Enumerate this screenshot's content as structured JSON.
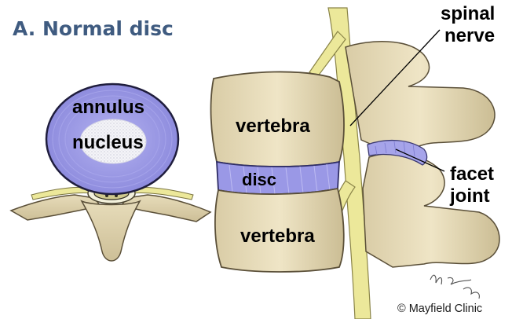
{
  "title": "A. Normal disc",
  "labels": {
    "annulus": "annulus",
    "nucleus": "nucleus",
    "vertebra_top": "vertebra",
    "disc": "disc",
    "vertebra_bottom": "vertebra",
    "spinal_nerve_line1": "spinal",
    "spinal_nerve_line2": "nerve",
    "facet_joint_line1": "facet",
    "facet_joint_line2": "joint"
  },
  "credit": "© Mayfield Clinic",
  "colors": {
    "title": "#3f5b80",
    "disc_purple": "#9a98e6",
    "bone": "#e8dcb8",
    "nerve": "#ece89a"
  }
}
